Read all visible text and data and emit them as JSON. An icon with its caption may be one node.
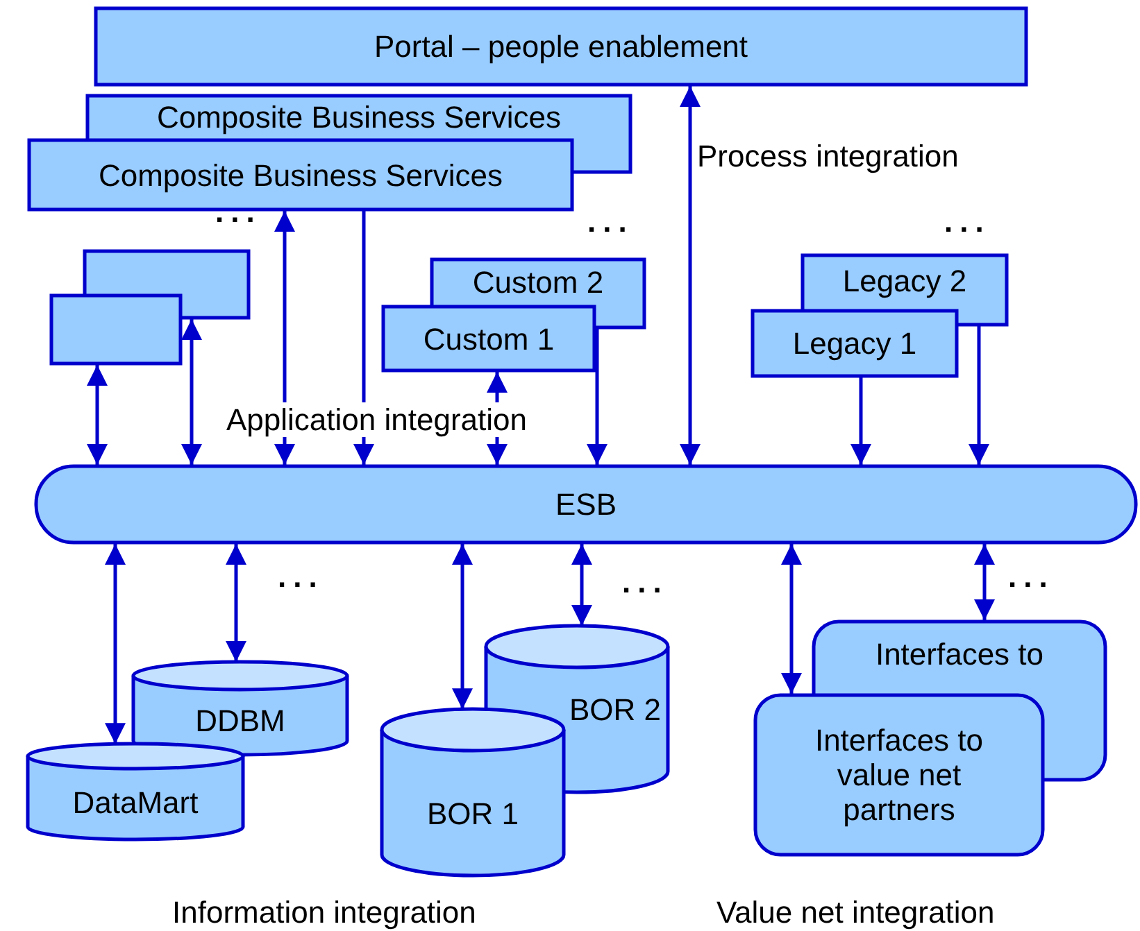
{
  "diagram": {
    "nodes": [
      {
        "text": [
          "Portal – people enablement"
        ]
      },
      {
        "text": [
          "Composite Business Services"
        ]
      },
      {
        "text": [
          "Composite Business Services"
        ]
      },
      {
        "text": [],
        "shape": "box"
      },
      {
        "text": [],
        "shape": "box"
      },
      {
        "text": [
          "Custom 2"
        ]
      },
      {
        "text": [
          "Custom 1"
        ]
      },
      {
        "text": [
          "Legacy 2"
        ]
      },
      {
        "text": [
          "Legacy 1"
        ]
      },
      {
        "text": [
          "ESB"
        ]
      },
      {
        "text": [
          "DDBM"
        ]
      },
      {
        "text": [
          "DataMart"
        ]
      },
      {
        "text": [
          "BOR 2"
        ]
      },
      {
        "text": [
          "BOR 1"
        ]
      },
      {
        "text": [
          "Interfaces to"
        ]
      },
      {
        "text": [
          "Interfaces to value net partners"
        ]
      }
    ],
    "edges": [
      {
        "from": 2,
        "to": 9,
        "arrow": "to"
      },
      {
        "from": 2,
        "to": 9,
        "arrow": "both"
      },
      {
        "from": 4,
        "to": 9,
        "arrow": "both"
      },
      {
        "from": 3,
        "to": 9,
        "arrow": "both"
      },
      {
        "from": 6,
        "to": 9,
        "arrow": "both"
      },
      {
        "from": 5,
        "to": 9,
        "arrow": "to"
      },
      {
        "from": 8,
        "to": 9,
        "arrow": "to"
      },
      {
        "from": 7,
        "to": 9,
        "arrow": "to"
      },
      {
        "from": 0,
        "to": 9,
        "arrow": "both"
      },
      {
        "from": 9,
        "to": 11,
        "arrow": "both"
      },
      {
        "from": 9,
        "to": 10,
        "arrow": "both"
      },
      {
        "from": 9,
        "to": 13,
        "arrow": "both"
      },
      {
        "from": 9,
        "to": 12,
        "arrow": "both"
      },
      {
        "from": 9,
        "to": 15,
        "arrow": "both"
      },
      {
        "from": 9,
        "to": 14,
        "arrow": "both"
      }
    ],
    "labels": [
      "Process integration",
      "...",
      "...",
      "...",
      "Application integration",
      "...",
      "...",
      "...",
      "Information integration",
      "Value net integration"
    ]
  }
}
